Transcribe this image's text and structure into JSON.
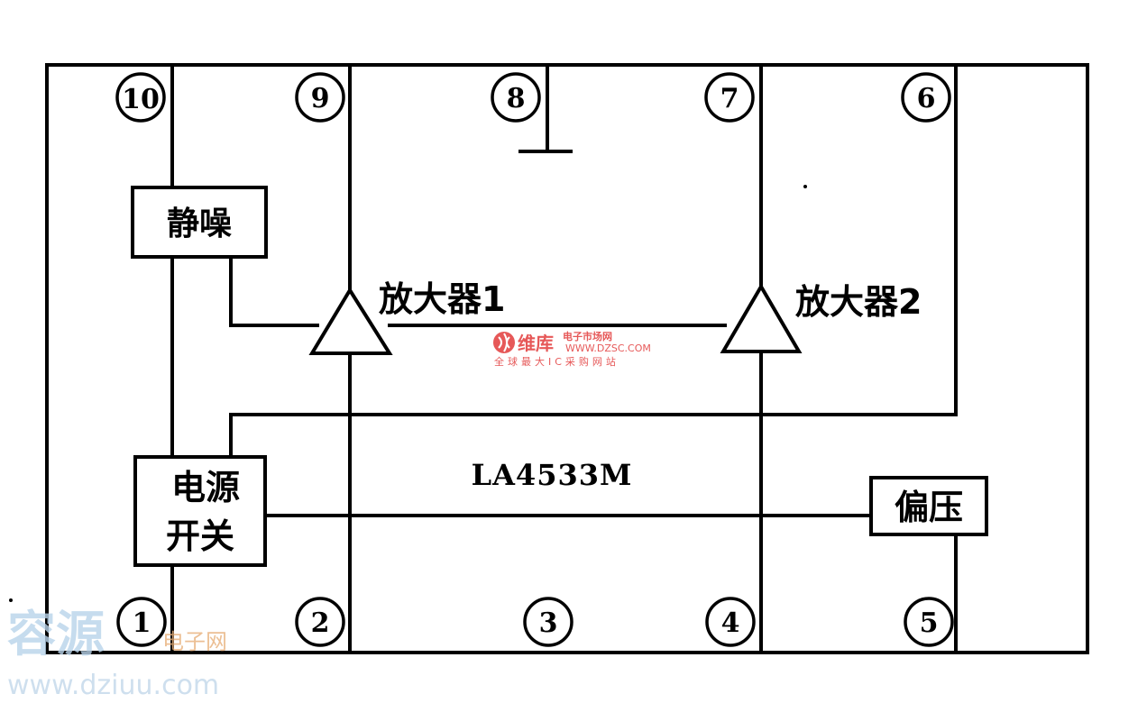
{
  "chip_name": "LA4533M",
  "pins": {
    "p1": "1",
    "p2": "2",
    "p3": "3",
    "p4": "4",
    "p5": "5",
    "p6": "6",
    "p7": "7",
    "p8": "8",
    "p9": "9",
    "p10": "10"
  },
  "blocks": {
    "mute": "静噪",
    "power_switch_line1": "电源",
    "power_switch_line2": "开关",
    "bias": "偏压",
    "amp1": "放大器1",
    "amp2": "放大器2"
  },
  "watermarks": {
    "left_big": "容源",
    "left_mid": "电子网",
    "left_url": "www.dziuu.com",
    "center_title": "维库",
    "center_sub": "电子市场网",
    "center_url": "WWW.DZSC.COM",
    "center_slogan": "全球最大IC采购网站"
  }
}
